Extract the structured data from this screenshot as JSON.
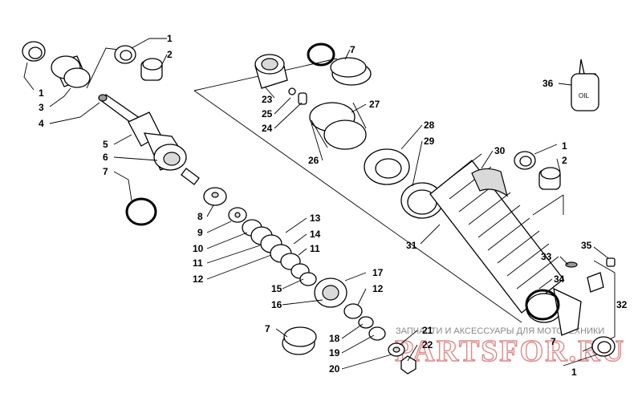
{
  "parts": [
    {
      "number": "1"
    },
    {
      "number": "1"
    },
    {
      "number": "1"
    },
    {
      "number": "1"
    },
    {
      "number": "2"
    },
    {
      "number": "2"
    },
    {
      "number": "3"
    },
    {
      "number": "4"
    },
    {
      "number": "5"
    },
    {
      "number": "6"
    },
    {
      "number": "7"
    },
    {
      "number": "7"
    },
    {
      "number": "7"
    },
    {
      "number": "7"
    },
    {
      "number": "8"
    },
    {
      "number": "9"
    },
    {
      "number": "10"
    },
    {
      "number": "11"
    },
    {
      "number": "11"
    },
    {
      "number": "12"
    },
    {
      "number": "12"
    },
    {
      "number": "13"
    },
    {
      "number": "14"
    },
    {
      "number": "15"
    },
    {
      "number": "16"
    },
    {
      "number": "17"
    },
    {
      "number": "18"
    },
    {
      "number": "19"
    },
    {
      "number": "20"
    },
    {
      "number": "21"
    },
    {
      "number": "22"
    },
    {
      "number": "23"
    },
    {
      "number": "24"
    },
    {
      "number": "25"
    },
    {
      "number": "26"
    },
    {
      "number": "27"
    },
    {
      "number": "28"
    },
    {
      "number": "29"
    },
    {
      "number": "30"
    },
    {
      "number": "31"
    },
    {
      "number": "32"
    },
    {
      "number": "33"
    },
    {
      "number": "34"
    },
    {
      "number": "35"
    },
    {
      "number": "36"
    }
  ],
  "oil_bottle_label": "OIL",
  "watermark": {
    "text": "ЗАПЧАСТИ И АКСЕССУАРЫ ДЛЯ МОТОТЕХНИКИ",
    "logo": "PARTSFOR.RU"
  }
}
